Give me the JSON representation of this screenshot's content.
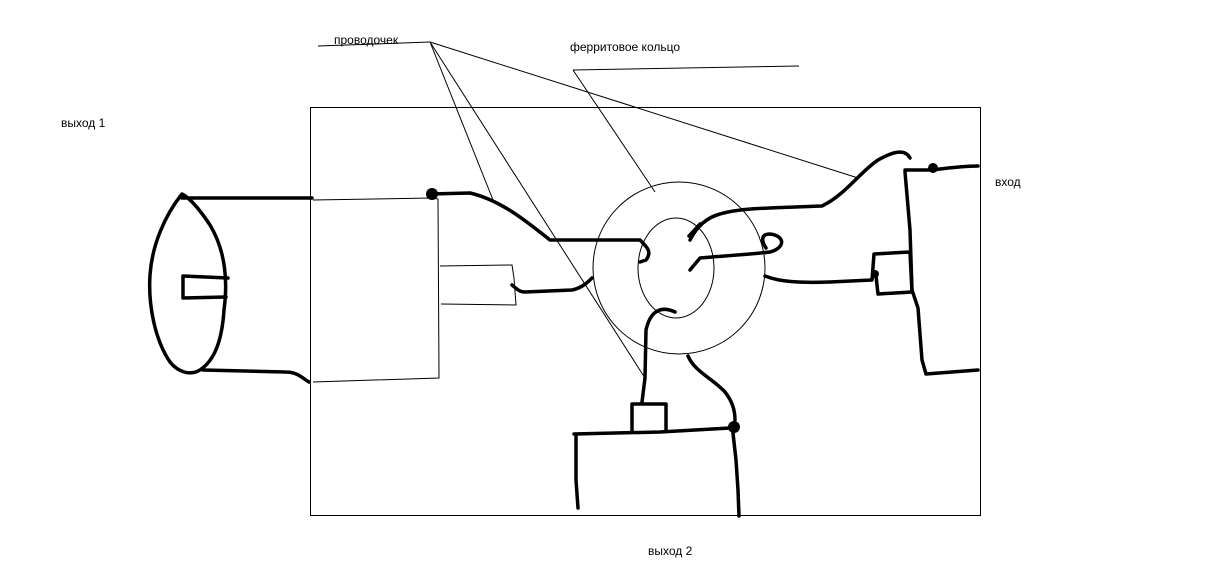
{
  "labels": {
    "wire": "проводочек",
    "ferrite_ring": "ферритовое кольцо",
    "output_1": "выход 1",
    "input": "вход",
    "output_2": "выход 2"
  },
  "colors": {
    "background": "#ffffff",
    "ink": "#000000"
  }
}
